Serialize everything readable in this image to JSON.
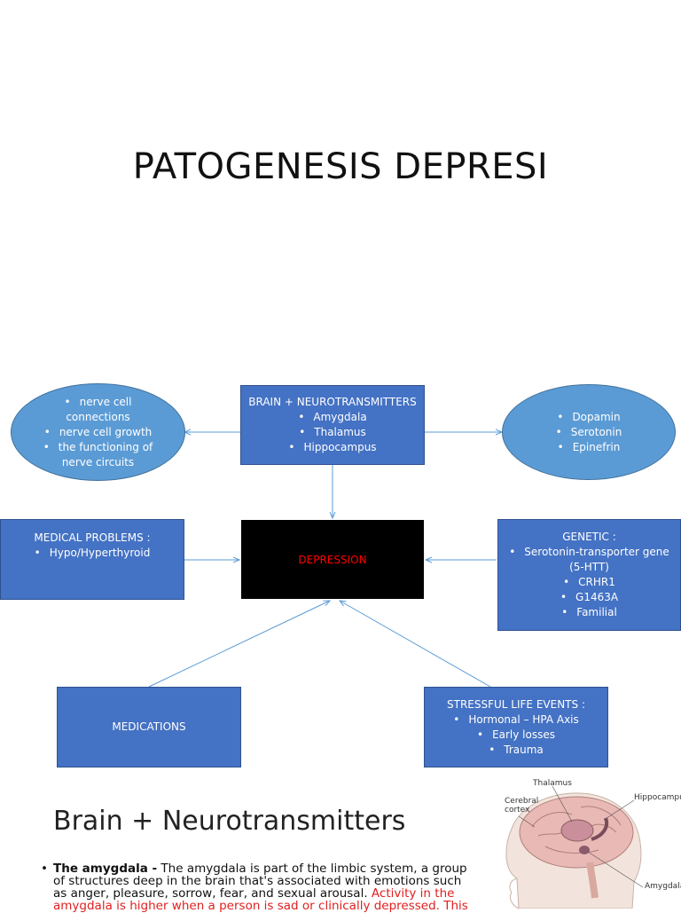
{
  "title": "PATOGENESIS DEPRESI",
  "nodes": {
    "brain": {
      "header": "BRAIN + NEUROTRANSMITTERS",
      "items": [
        "Amygdala",
        "Thalamus",
        "Hippocampus"
      ]
    },
    "nerve": {
      "items": [
        "nerve cell connections",
        "nerve cell growth",
        "the functioning of nerve circuits"
      ]
    },
    "neuro": {
      "items": [
        "Dopamin",
        "Serotonin",
        "Epinefrin"
      ]
    },
    "medical": {
      "header": "MEDICAL PROBLEMS :",
      "items": [
        "Hypo/Hyperthyroid"
      ]
    },
    "depression": {
      "label": "DEPRESSION"
    },
    "genetic": {
      "header": "GENETIC :",
      "items": [
        "Serotonin-transporter gene (5-HTT)",
        "CRHR1",
        "G1463A",
        "Familial"
      ]
    },
    "medications": {
      "label": "MEDICATIONS"
    },
    "stress": {
      "header": "STRESSFUL LIFE EVENTS :",
      "items": [
        "Hormonal – HPA Axis",
        "Early losses",
        "Trauma"
      ]
    }
  },
  "section": {
    "heading": "Brain + Neurotransmitters",
    "bold_lead": "The amygdala -",
    "text": " The amygdala is part of the limbic system, a group of structures deep in the brain that's associated with emotions such as anger, pleasure, sorrow, fear, and sexual arousal. ",
    "red_text": "Activity in the amygdala is higher when a person is sad or clinically depressed. This"
  },
  "brain_image": {
    "labels": {
      "thalamus": "Thalamus",
      "cortex_1": "Cerebral",
      "cortex_2": "cortex",
      "hippocampus": "Hippocampus",
      "amygdala": "Amygdala"
    }
  },
  "colors": {
    "box_fill": "#4472C4",
    "ellipse_fill": "#5B9BD5",
    "arrow": "#5B9BD5",
    "depression_fill": "#000000",
    "depression_text": "#FF0000",
    "highlight_text": "#E02020"
  }
}
